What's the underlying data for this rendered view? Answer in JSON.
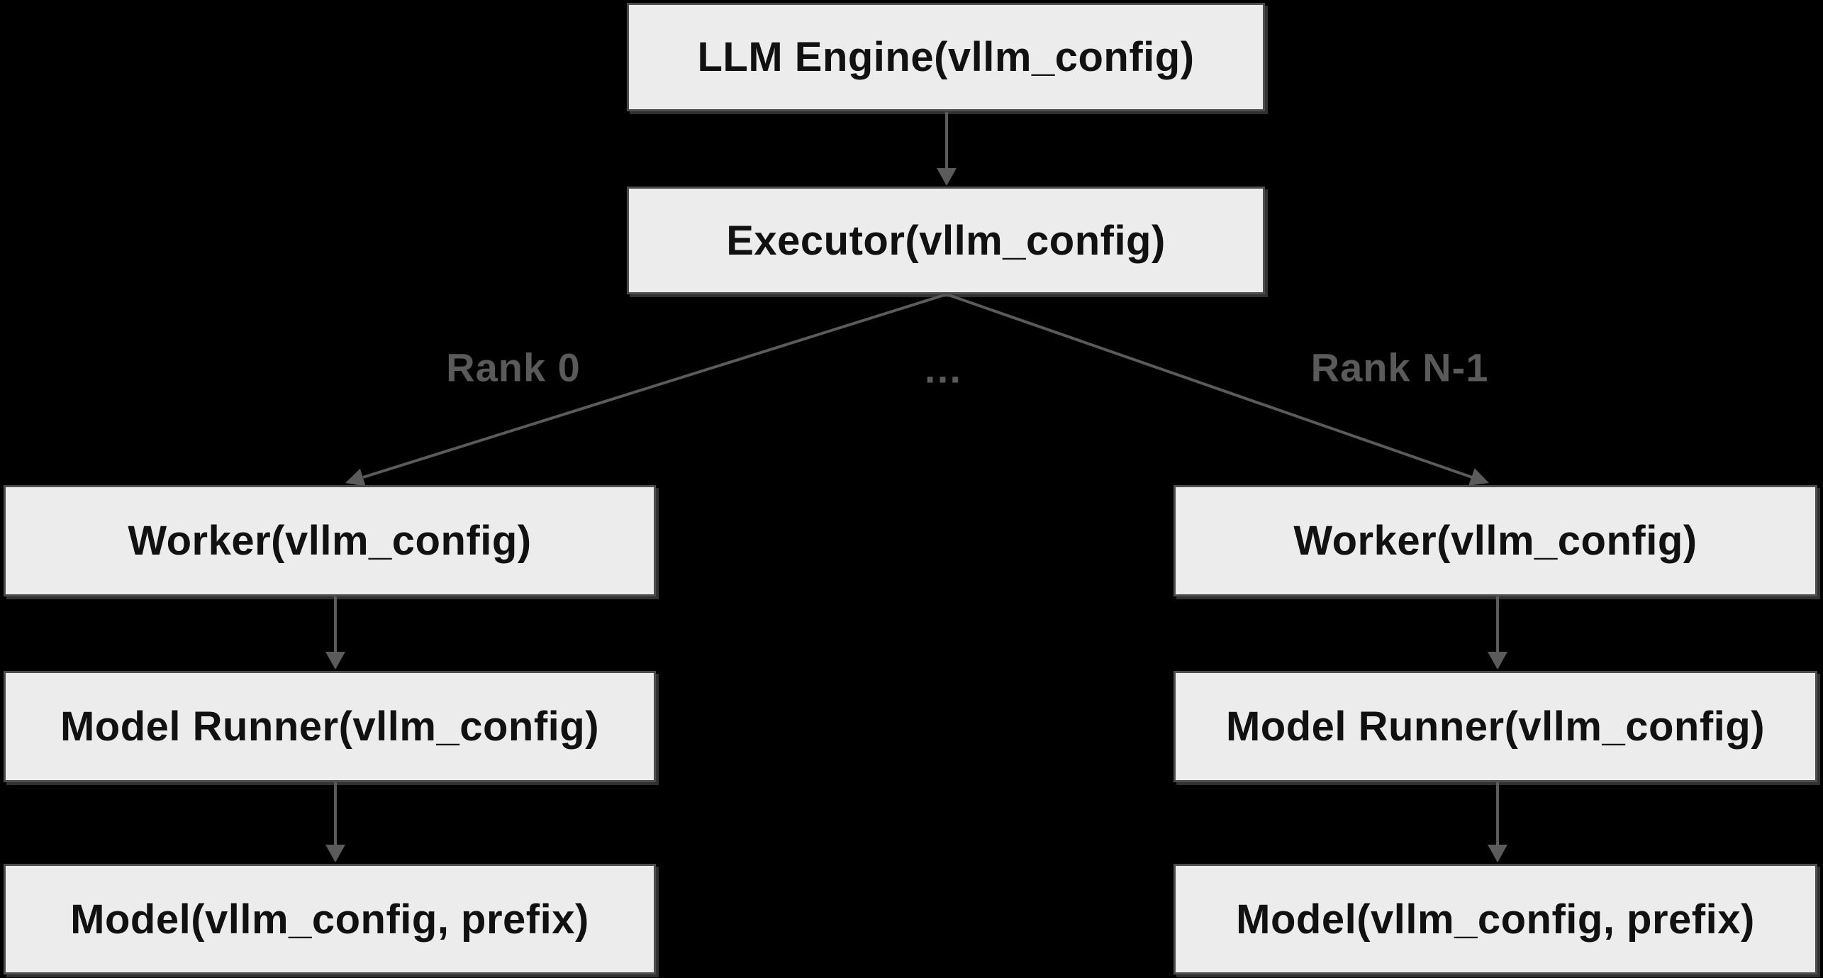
{
  "colors": {
    "background": "#000000",
    "node_fill": "#ececec",
    "node_border": "#4d4d4d",
    "node_text": "#111111",
    "edge": "#5b5b5b",
    "edge_label": "#5a5a5a"
  },
  "nodes": {
    "llm_engine": {
      "label": "LLM Engine(vllm_config)"
    },
    "executor": {
      "label": "Executor(vllm_config)"
    },
    "worker_rank0": {
      "label": "Worker(vllm_config)"
    },
    "worker_rankN": {
      "label": "Worker(vllm_config)"
    },
    "model_runner_rank0": {
      "label": "Model Runner(vllm_config)"
    },
    "model_runner_rankN": {
      "label": "Model Runner(vllm_config)"
    },
    "model_rank0": {
      "label": "Model(vllm_config, prefix)"
    },
    "model_rankN": {
      "label": "Model(vllm_config, prefix)"
    }
  },
  "edge_labels": {
    "rank_0": "Rank 0",
    "ellipsis": "…",
    "rank_n_minus_1": "Rank N-1"
  }
}
